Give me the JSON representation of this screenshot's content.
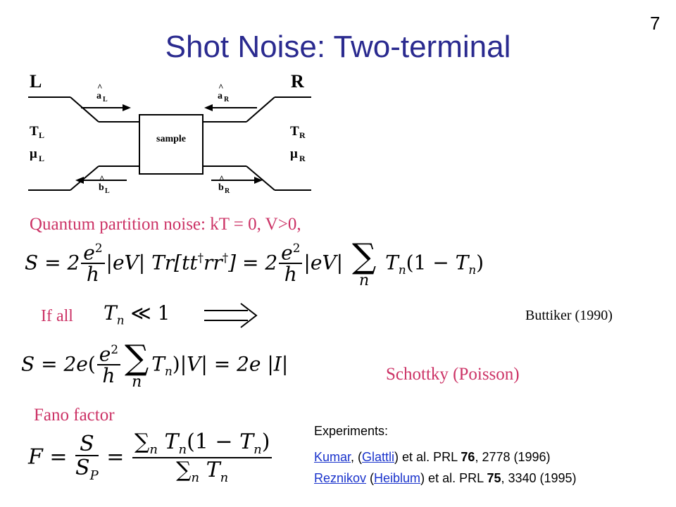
{
  "slide_number": "7",
  "title": "Shot Noise: Two-terminal",
  "diagram": {
    "left_label": "L",
    "right_label": "R",
    "sample_label": "sample",
    "t_left": "T",
    "t_left_sub": "L",
    "mu_left": "μ",
    "mu_left_sub": "L",
    "t_right": "T",
    "t_right_sub": "R",
    "mu_right": "μ",
    "mu_right_sub": "R",
    "a_left": "a",
    "a_left_sub": "L",
    "a_right": "a",
    "a_right_sub": "R",
    "b_left": "b",
    "b_left_sub": "L",
    "b_right": "b",
    "b_right_sub": "R",
    "hat": "^"
  },
  "quantum_partition_text": "Quantum partition noise: kT = 0, V>0,",
  "if_all_text": "If all",
  "buttiker_ref": "Buttiker (1990)",
  "schottky_text": "Schottky (Poisson)",
  "fano_text": "Fano factor",
  "experiments_heading": "Experiments:",
  "references": [
    {
      "author": "Kumar",
      "mid1": ", (",
      "coauthor": "Glattli",
      "mid2": ") et al.  PRL ",
      "volume": "76",
      "rest": ", 2778 (1996)"
    },
    {
      "author": "Reznikov",
      "mid1": " (",
      "coauthor": "Heiblum",
      "mid2": ") et al. PRL ",
      "volume": "75",
      "rest": ", 3340 (1995)"
    }
  ],
  "colors": {
    "title": "#2a2a8f",
    "pink_text": "#cc3366",
    "link": "#1a33cc"
  }
}
